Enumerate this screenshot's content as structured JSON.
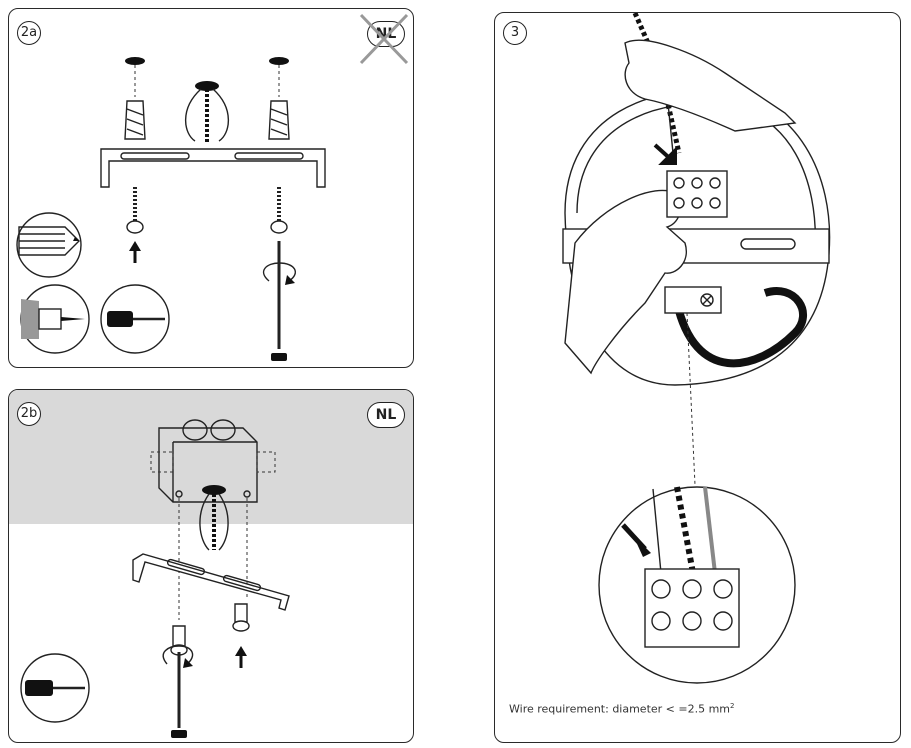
{
  "panels": {
    "p2a": {
      "step": "2a",
      "badge": "NL"
    },
    "p2b": {
      "step": "2b",
      "badge": "NL"
    },
    "p3": {
      "step": "3",
      "requirement_text": "Wire requirement: diameter < =2.5 mm",
      "requirement_sup": "2"
    }
  },
  "icons": [
    "pencil-icon",
    "drill-icon",
    "screwdriver-icon",
    "rotate-arrow-icon",
    "up-arrow-icon",
    "no-nl-icon"
  ],
  "colors": {
    "ceiling_gray": "#d9d9d9",
    "outline": "#222222",
    "cable_black": "#111111"
  }
}
